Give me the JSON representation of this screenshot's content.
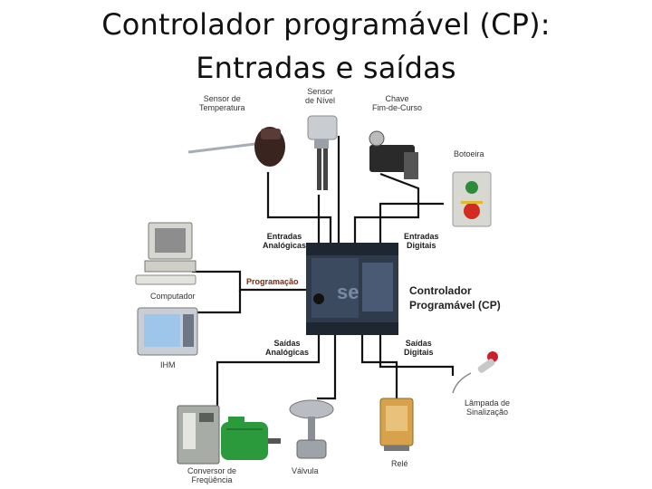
{
  "title": {
    "line1": "Controlador programável (CP):",
    "line2": "Entradas e saídas"
  },
  "plc": {
    "line1": "Controlador",
    "line2": "Programável (CP)",
    "front_text": "se"
  },
  "connection_labels": {
    "entradas_analogicas": [
      "Entradas",
      "Analógicas"
    ],
    "entradas_digitais": [
      "Entradas",
      "Digitais"
    ],
    "programacao": "Programação",
    "saidas_analogicas": [
      "Saídas",
      "Analógicas"
    ],
    "saidas_digitais": [
      "Saídas",
      "Digitais"
    ]
  },
  "devices": {
    "sensor_temperatura": [
      "Sensor de",
      "Temperatura"
    ],
    "sensor_nivel": [
      "Sensor",
      "de Nível"
    ],
    "chave_fim_curso": [
      "Chave",
      "Fim-de-Curso"
    ],
    "botoeira": "Botoeira",
    "computador": "Computador",
    "ihm": "IHM",
    "lampada": [
      "Lâmpada de",
      "Sinalização"
    ],
    "conversor": [
      "Conversor de",
      "Freqüência"
    ],
    "valvula": "Válvula",
    "rele": "Relé"
  }
}
